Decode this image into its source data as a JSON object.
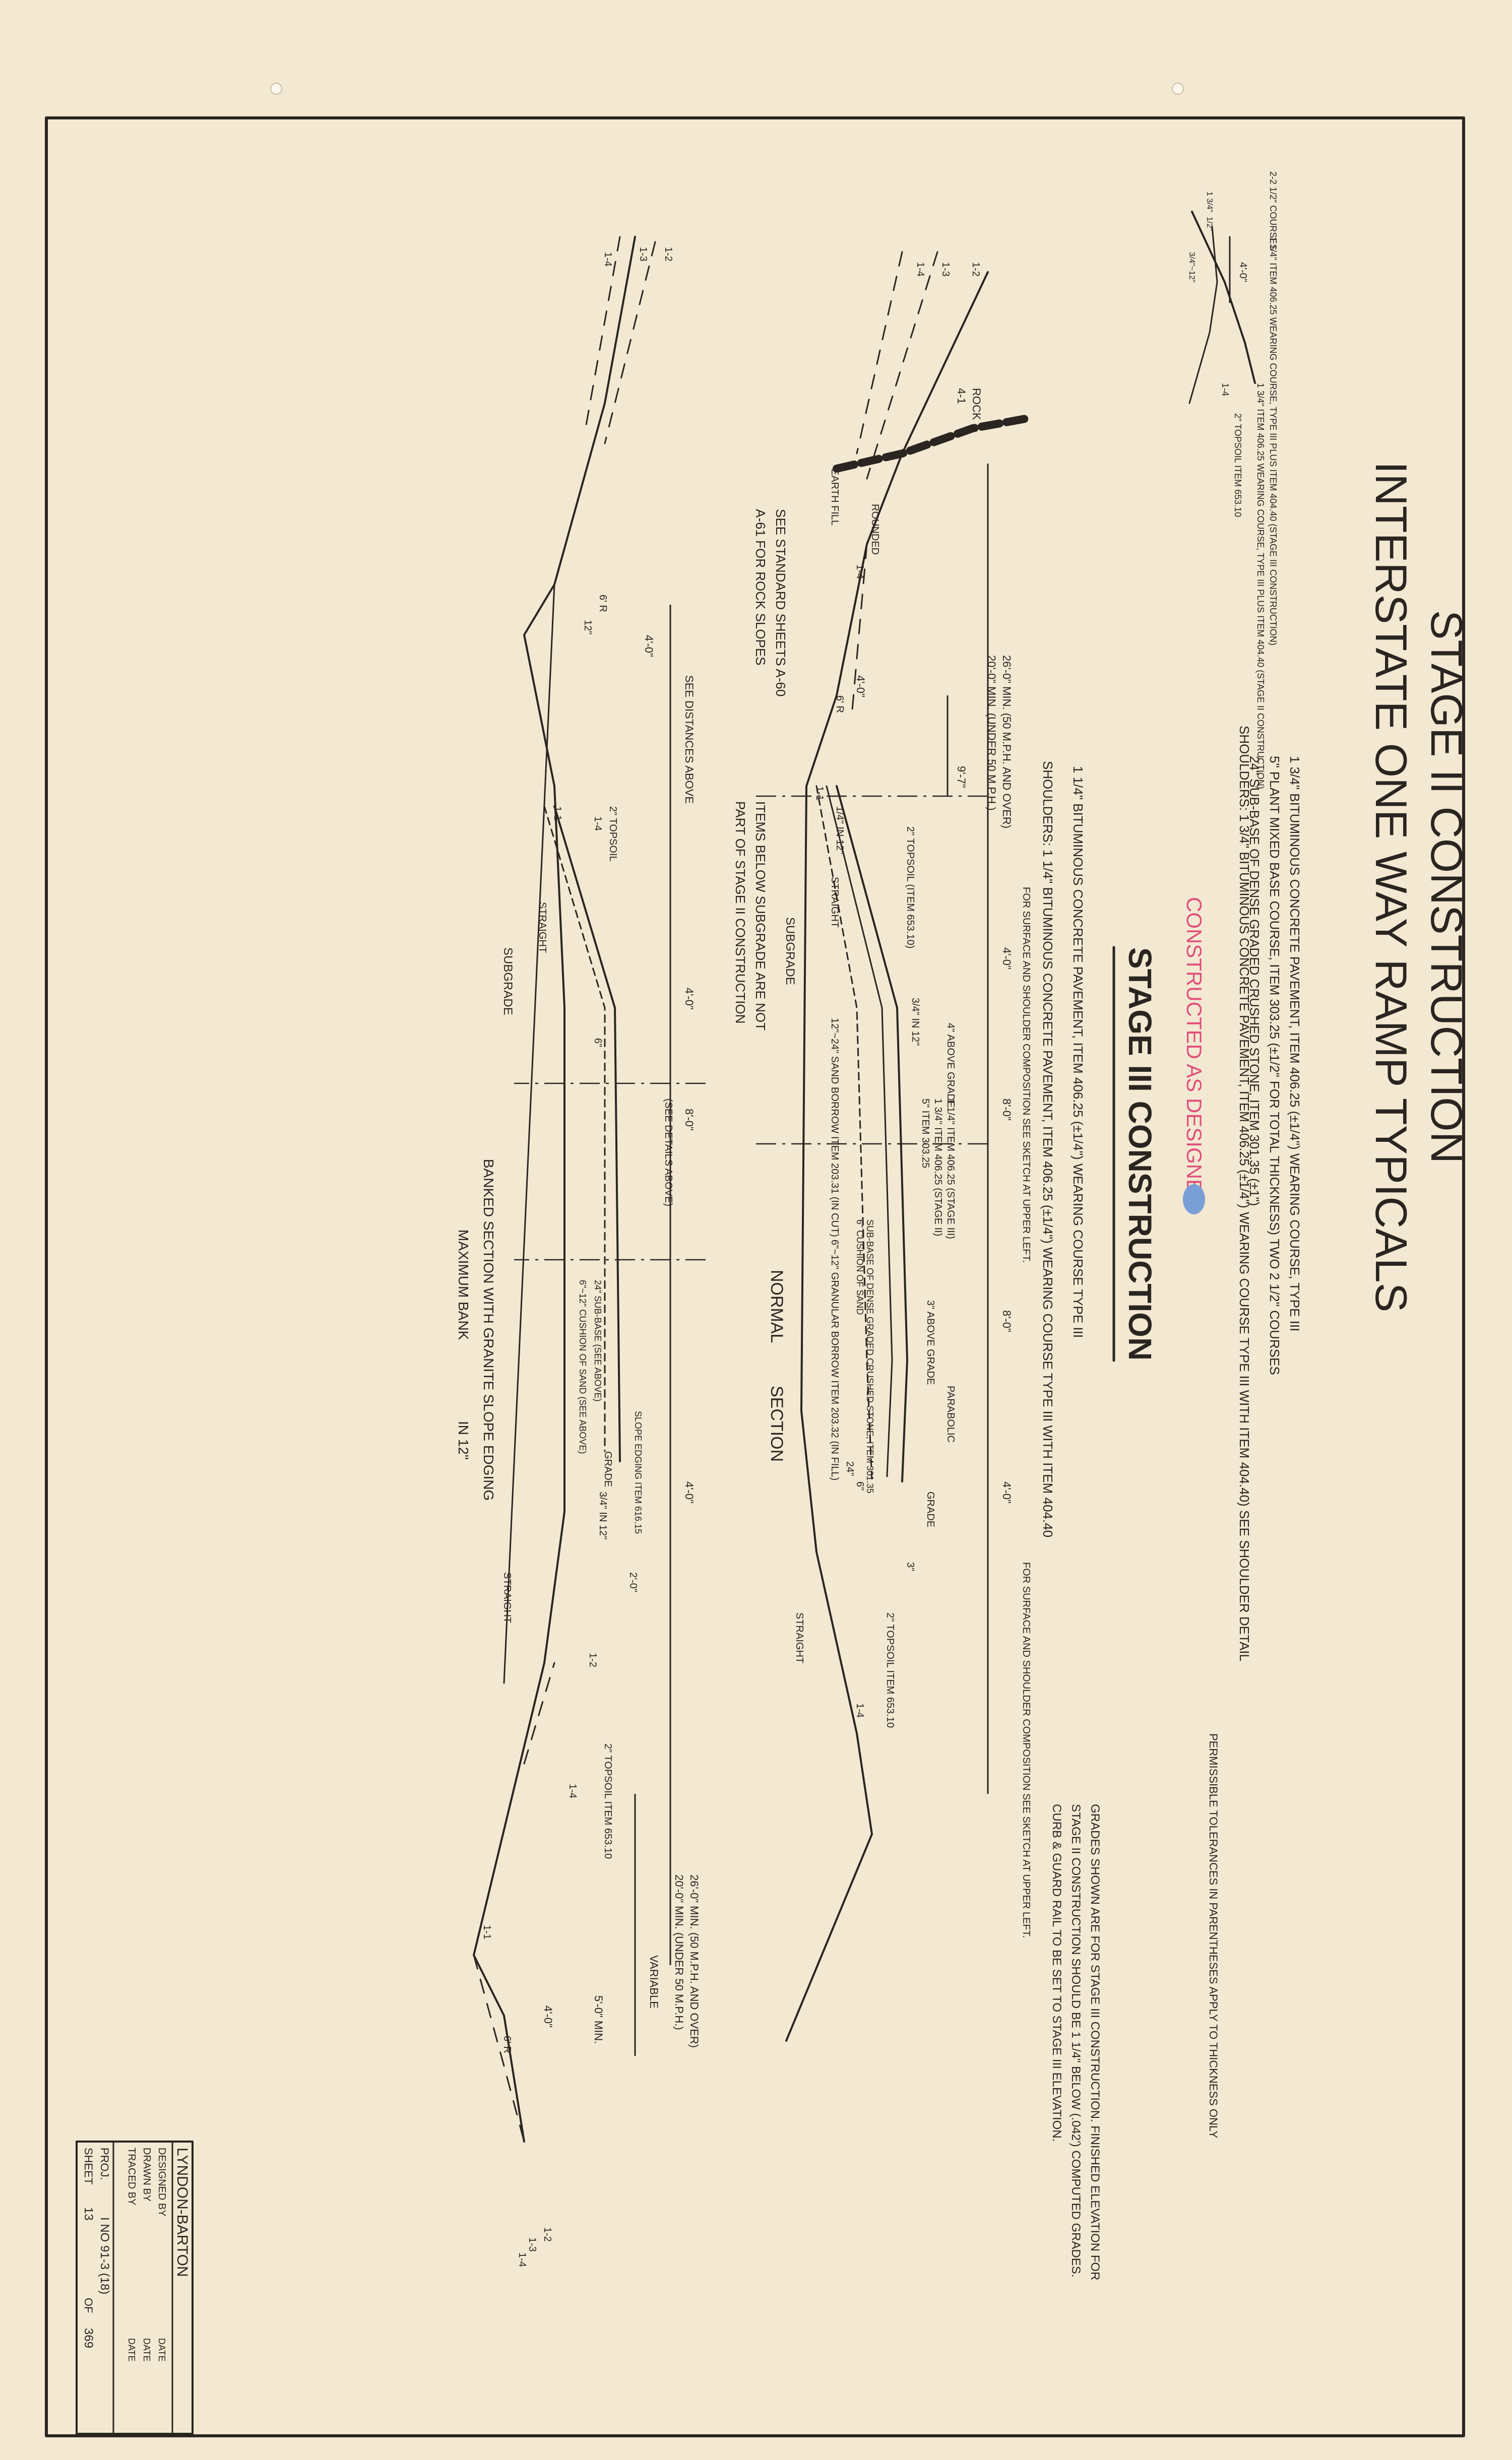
{
  "title": {
    "line1": "STAGE II CONSTRUCTION",
    "line2": "INTERSTATE ONE WAY RAMP TYPICALS"
  },
  "notes": {
    "pavement_1": "1 3/4\" BITUMINOUS CONCRETE PAVEMENT, ITEM 406.25 (±1/4\") WEARING COURSE, TYPE III",
    "pavement_2": "5\" PLANT MIXED BASE COURSE, ITEM 303.25 (±1/2\" FOR TOTAL THICKNESS) TWO 2 1/2\" COURSES",
    "pavement_3": "24\" SUB-BASE OF DENSE GRADED CRUSHED STONE, ITEM 301.35 (±1\")",
    "shoulders": "SHOULDERS: 1 3/4\" BITUMINOUS CONCRETE PAVEMENT, ITEM 406.25 (±1/4\") WEARING COURSE TYPE III WITH ITEM 404.40) SEE SHOULDER DETAIL",
    "stamp": "CONSTRUCTED AS DESIGNED",
    "stage3_heading": "STAGE III CONSTRUCTION",
    "stage3_1": "1 1/4\" BITUMINOUS CONCRETE PAVEMENT, ITEM 406.25 (±1/4\") WEARING COURSE TYPE III",
    "stage3_shoulders": "SHOULDERS: 1 1/4\" BITUMINOUS CONCRETE PAVEMENT, ITEM 406.25 (±1/4\") WEARING COURSE TYPE III WITH ITEM 404.40",
    "tolerances": "PERMISSIBLE TOLERANCES IN PARENTHESES APPLY TO THICKNESS ONLY",
    "grades_1": "GRADES SHOWN ARE FOR STAGE III CONSTRUCTION. FINISHED ELEVATION FOR",
    "grades_2": "STAGE II CONSTRUCTION SHOULD BE 1 1/4\" BELOW (.042') COMPUTED GRADES.",
    "grades_3": "CURB & GUARD RAIL TO BE SET TO STAGE III ELEVATION."
  },
  "shoulder_detail": {
    "courses": "2-2 1/2\" COURSES",
    "wearing": "1 1/4\" ITEM 406.25 WEARING COURSE, TYPE III PLUS ITEM 404.40 (STAGE III CONSTRUCTION)",
    "wearing2": "1 3/4\" ITEM 406.25 WEARING COURSE, TYPE III PLUS ITEM 404.40 (STAGE II CONSTRUCTION)",
    "topsoil": "2\" TOPSOIL ITEM 653.10",
    "dim_4": "4'-0\"",
    "slope": "1-4",
    "d1": "1 3/4\"",
    "d2": "1/2\"",
    "d3": "3/4\"~12\""
  },
  "normal_section": {
    "label1": "NORMAL",
    "label2": "SECTION",
    "rock": "ROCK",
    "rock_slope": "4-1",
    "earth_fill": "EARTH FILL",
    "rounded": "ROUNDED",
    "min_50": "26'-0\" MIN. (50 M.P.H. AND OVER)",
    "min_under": "20'-0\" MIN. (UNDER 50 M.P.H.)",
    "dim_9": "9'-7\"",
    "dim_4a": "4'-0\"",
    "dim_6r": "6' R",
    "topsoil": "2\" TOPSOIL (ITEM 653.10)",
    "above_grade": "4\" ABOVE GRADE",
    "in_12": "3/4\" IN 12\"",
    "in_12b": "1/4\" IN 12\"",
    "straight": "STRAIGHT",
    "subgrade": "SUBGRADE",
    "sand_borrow": "12\"~24\" SAND BORROW ITEM 203.31 (IN CUT)",
    "item_406": "1 1/4\" ITEM 406.25 (STAGE III)",
    "item_406b": "1 3/4\" ITEM 406.25 (STAGE II)",
    "item_303": "5\" ITEM 303.25",
    "dim_8a": "8'-0\"",
    "dim_8b": "8'-0\"",
    "dim_4b": "4'-0\"",
    "dim_4c": "4'-0\"",
    "sub_base": "SUB-BASE OF DENSE GRADED CRUSHED STONE, ITEM 301.35",
    "cushion": "6\" CUSHION OF SAND",
    "granular": "6\"~12\" GRANULAR BORROW ITEM 203.32 (IN FILL)",
    "above_grade2": "3\" ABOVE GRADE",
    "parabolic": "PARABOLIC",
    "grade": "GRADE",
    "d24": "24\"",
    "d6": "6\"",
    "topsoil2": "2\" TOPSOIL ITEM 653.10",
    "surface_note1": "FOR SURFACE AND SHOULDER COMPOSITION SEE SKETCH AT UPPER LEFT.",
    "surface_note2": "FOR SURFACE AND SHOULDER COMPOSITION SEE SKETCH AT UPPER LEFT.",
    "slope_12": "1-2",
    "slope_13": "1-3",
    "slope_14": "1-4",
    "slope_11": "1-1",
    "d3": "3\""
  },
  "banked_section": {
    "label1": "BANKED SECTION WITH GRANITE SLOPE EDGING",
    "label2": "MAXIMUM BANK",
    "label3": "IN 12\"",
    "see_distances": "SEE DISTANCES ABOVE",
    "see_standard1": "SEE STANDARD SHEETS A-60",
    "see_standard2": "A-61 FOR ROCK SLOPES",
    "items_below1": "ITEMS BELOW SUBGRADE ARE NOT",
    "items_below2": "PART OF STAGE II CONSTRUCTION",
    "dim_4a": "4'-0\"",
    "dim_6r": "6' R",
    "d12": "12\"",
    "topsoil": "2\" TOPSOIL",
    "straight": "STRAIGHT",
    "subgrade": "SUBGRADE",
    "dim_8": "8'-0\"",
    "see_details": "(SEE DETAILS ABOVE)",
    "d6": "6\"",
    "sub_base": "24\" SUB-BASE (SEE ABOVE)",
    "cushion": "6\"~12\" CUSHION OF SAND (SEE ABOVE)",
    "slope_edging": "SLOPE EDGING ITEM 616.15",
    "grade": "GRADE",
    "in_12": "3/4\" IN 12\"",
    "dim_4b": "4'-0\"",
    "dim_2": "2'-0\"",
    "straight2": "STRAIGHT",
    "topsoil2": "2\" TOPSOIL ITEM 653.10",
    "min_50": "26'-0\" MIN. (50 M.P.H. AND OVER)",
    "min_under": "20'-0\" MIN. (UNDER 50 M.P.H.)",
    "variable": "VARIABLE",
    "min_5": "5'-0\" MIN.",
    "dim_4c": "4'-0\"",
    "dim_6r2": "6' R",
    "slope_12": "1-2",
    "slope_13": "1-3",
    "slope_14": "1-4",
    "slope_11": "1-1"
  },
  "title_block": {
    "firm": "LYNDON-BARTON",
    "designed": "DESIGNED BY",
    "drawn": "DRAWN BY",
    "traced": "TRACED BY",
    "date1": "DATE",
    "date2": "DATE",
    "date3": "DATE",
    "proj_label": "PROJ.",
    "proj_num": "I  NO 91-3 (18)",
    "sheet_label": "SHEET",
    "sheet_num": "13",
    "of": "OF",
    "total": "369"
  },
  "colors": {
    "paper": "#f3e8d2",
    "ink": "#2a2520",
    "stamp": "#e0507a",
    "stamp_mark": "#7a9fd6"
  }
}
